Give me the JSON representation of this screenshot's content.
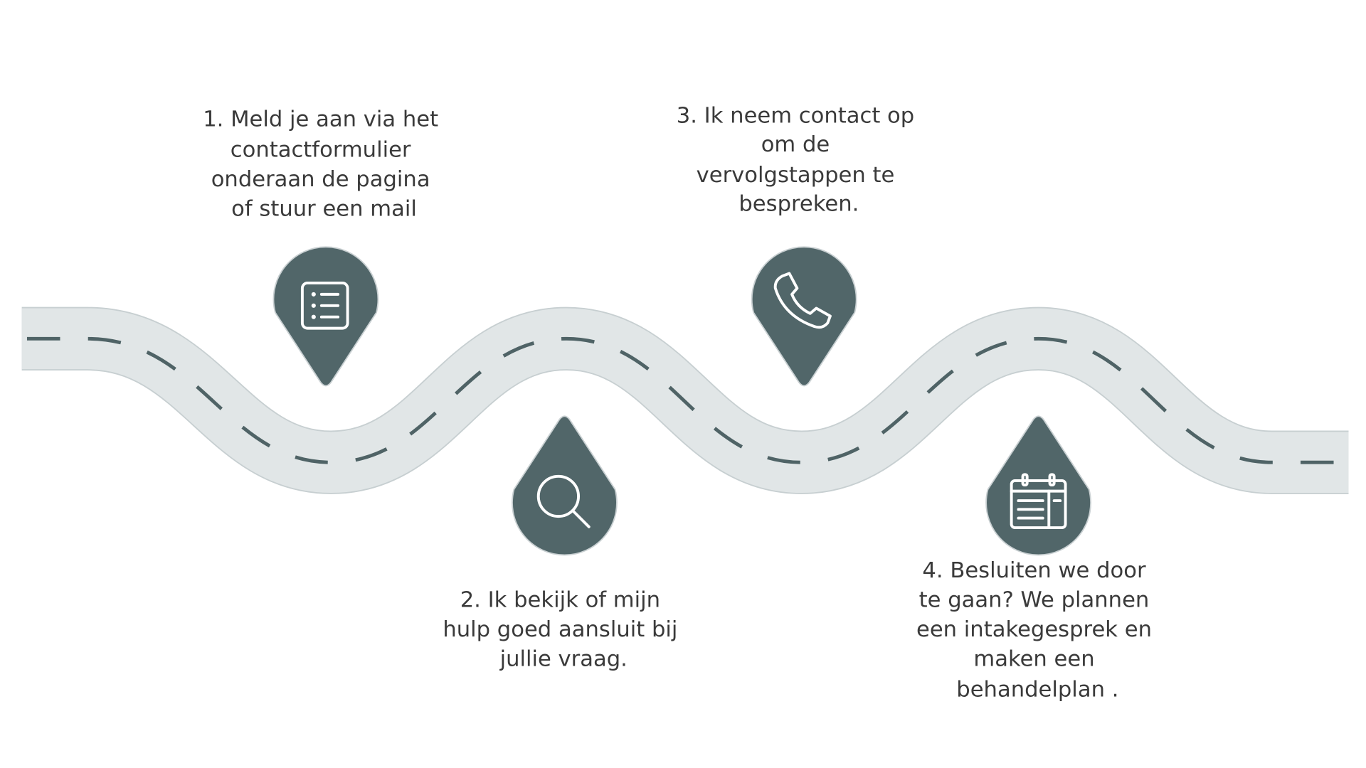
{
  "colors": {
    "road": "#e1e6e7",
    "road_edge": "#c7cfd1",
    "lane_marking": "#4f6366",
    "pin": "#516669",
    "text": "#3a3a3a"
  },
  "steps": [
    {
      "icon": "list-icon",
      "lines": [
        "1. Meld je aan via het",
        "contactformulier",
        "onderaan de pagina",
        "of stuur een mail"
      ]
    },
    {
      "icon": "search-icon",
      "lines": [
        "2. Ik bekijk of mijn",
        "hulp goed aansluit bij",
        "jullie vraag."
      ]
    },
    {
      "icon": "phone-icon",
      "lines": [
        "3. Ik neem contact op",
        "om de",
        "vervolgstappen te",
        "bespreken."
      ]
    },
    {
      "icon": "calendar-icon",
      "lines": [
        "4. Besluiten we door",
        "te gaan? We plannen",
        "een intakegesprek en",
        "maken een",
        "behandelplan ."
      ]
    }
  ]
}
